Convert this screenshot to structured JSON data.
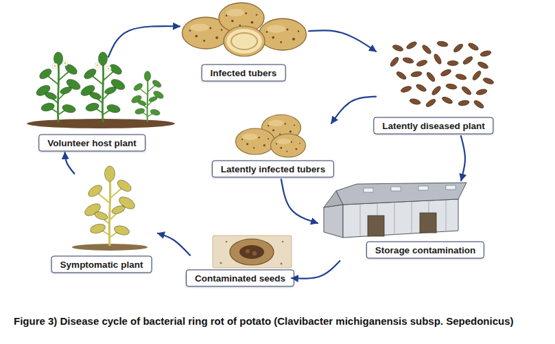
{
  "diagram": {
    "caption": "Figure 3) Disease cycle of bacterial ring rot of potato (Clavibacter michiganensis subsp. Sepedonicus)",
    "nodes": [
      {
        "text": [
          "Infected tubers"
        ]
      },
      {
        "text": [
          "Latently diseased plant"
        ]
      },
      {
        "text": [
          "Latently infected tubers"
        ]
      },
      {
        "text": [
          "Storage contamination"
        ]
      },
      {
        "text": [
          "Contaminated seeds"
        ]
      },
      {
        "text": [
          "Symptomatic plant"
        ]
      },
      {
        "text": [
          "Volunteer host plant"
        ]
      }
    ],
    "edges": [
      {
        "from": 0,
        "to": 1,
        "arrow": "to"
      },
      {
        "from": 1,
        "to": 2,
        "arrow": "to"
      },
      {
        "from": 1,
        "to": 3,
        "arrow": "to"
      },
      {
        "from": 2,
        "to": 3,
        "arrow": "to"
      },
      {
        "from": 3,
        "to": 4,
        "arrow": "to"
      },
      {
        "from": 4,
        "to": 5,
        "arrow": "to"
      },
      {
        "from": 5,
        "to": 6,
        "arrow": "to"
      },
      {
        "from": 6,
        "to": 0,
        "arrow": "to"
      }
    ]
  }
}
